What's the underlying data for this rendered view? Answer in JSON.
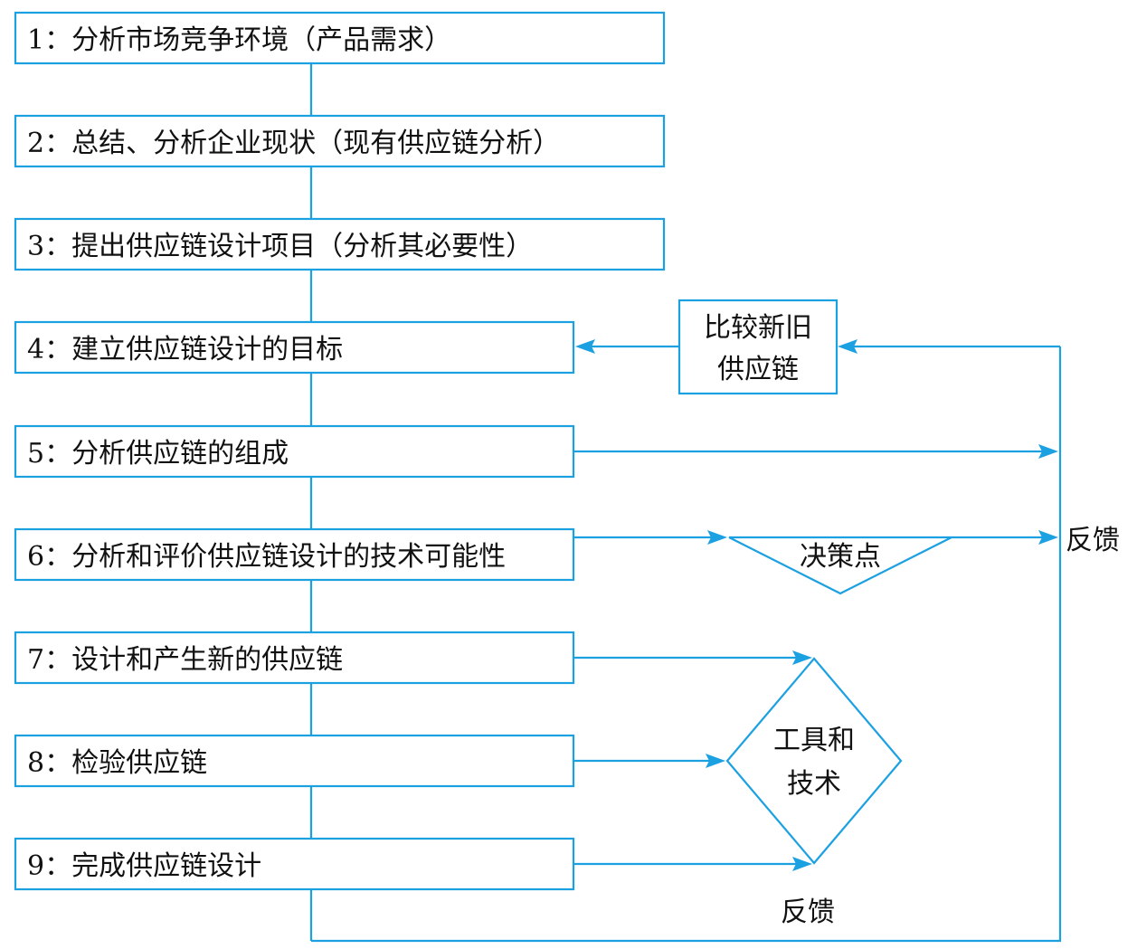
{
  "colors": {
    "line": "#1ba1e2",
    "text": "#111111"
  },
  "steps": [
    "1：分析市场竞争环境（产品需求）",
    "2：总结、分析企业现状（现有供应链分析）",
    "3：提出供应链设计项目（分析其必要性）",
    "4：建立供应链设计的目标",
    "5：分析供应链的组成",
    "6：分析和评价供应链设计的技术可能性",
    "7：设计和产生新的供应链",
    "8：检验供应链",
    "9：完成供应链设计"
  ],
  "compare_box": {
    "line1": "比较新旧",
    "line2": "供应链"
  },
  "decision": "决策点",
  "tools": {
    "line1": "工具和",
    "line2": "技术"
  },
  "feedback_right": "反馈",
  "feedback_bottom": "反馈"
}
